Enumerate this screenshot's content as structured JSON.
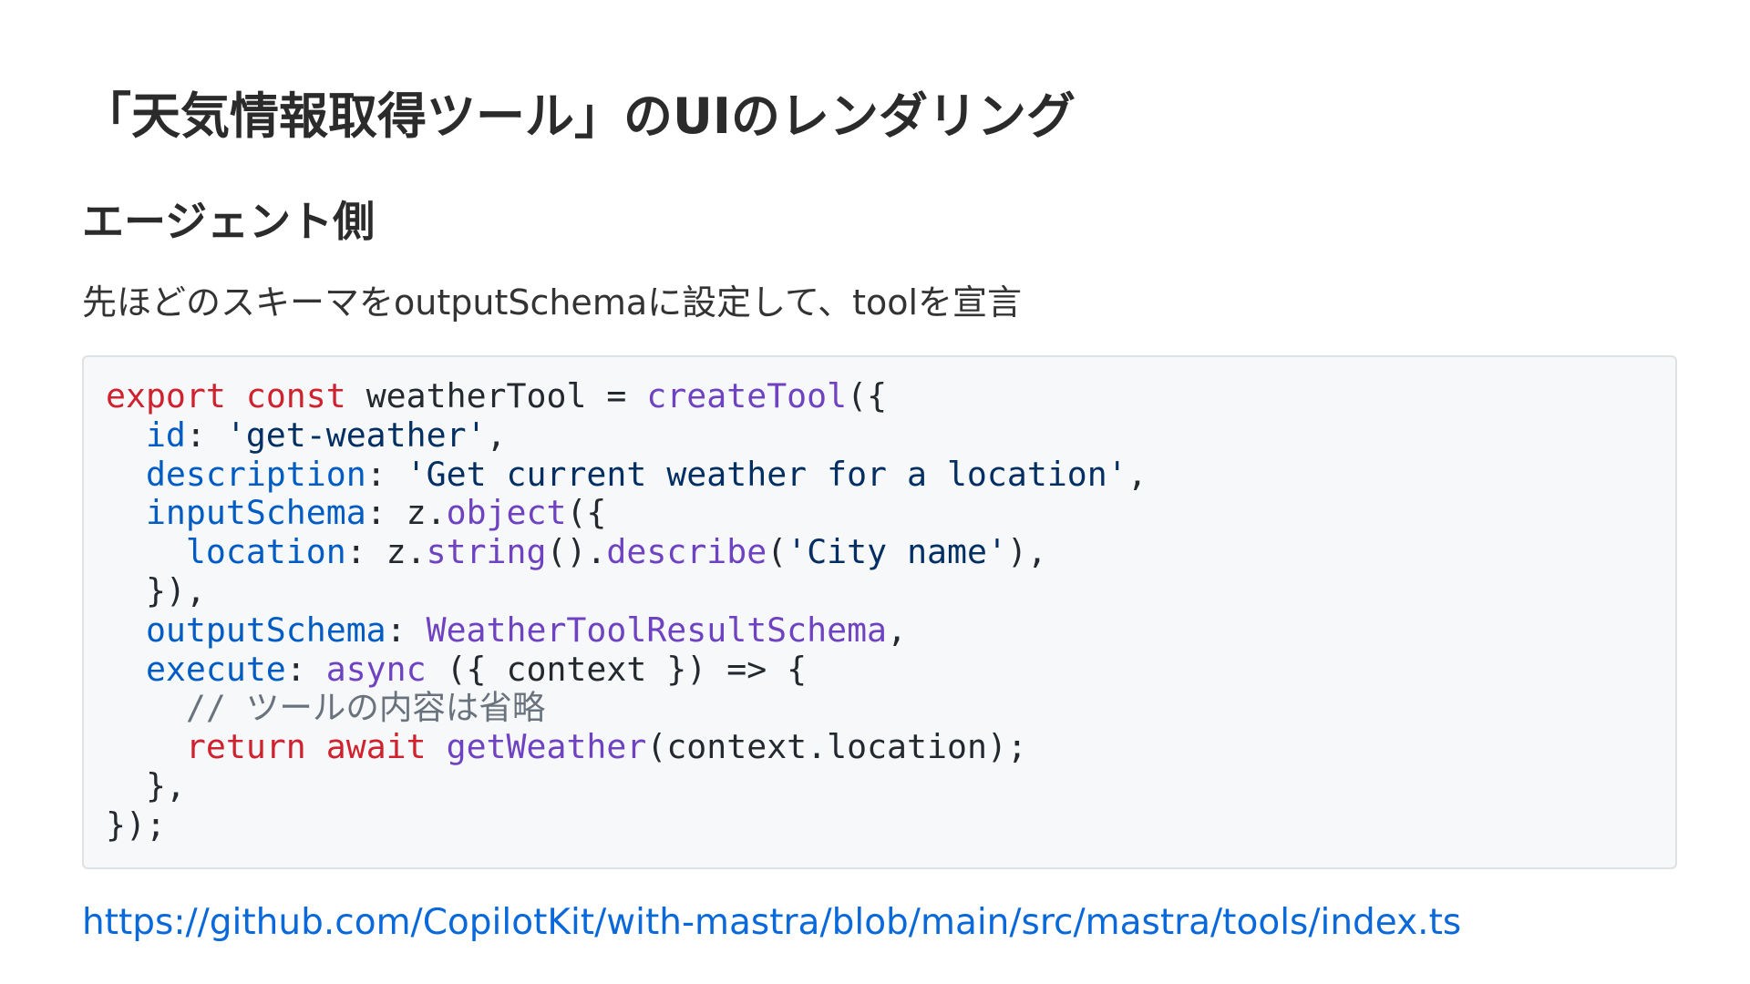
{
  "slide": {
    "title": "「天気情報取得ツール」のUIのレンダリング",
    "subtitle": "エージェント側",
    "description": "先ほどのスキーマをoutputSchemaに設定して、toolを宣言",
    "link": "https://github.com/CopilotKit/with-mastra/blob/main/src/mastra/tools/index.ts"
  },
  "code": {
    "language": "typescript",
    "lines": [
      [
        {
          "t": "kw",
          "v": "export"
        },
        {
          "t": "plain",
          "v": " "
        },
        {
          "t": "kw",
          "v": "const"
        },
        {
          "t": "plain",
          "v": " weatherTool = "
        },
        {
          "t": "fn",
          "v": "createTool"
        },
        {
          "t": "plain",
          "v": "({"
        }
      ],
      [
        {
          "t": "plain",
          "v": "  "
        },
        {
          "t": "prop",
          "v": "id"
        },
        {
          "t": "plain",
          "v": ": "
        },
        {
          "t": "str",
          "v": "'get-weather'"
        },
        {
          "t": "plain",
          "v": ","
        }
      ],
      [
        {
          "t": "plain",
          "v": "  "
        },
        {
          "t": "prop",
          "v": "description"
        },
        {
          "t": "plain",
          "v": ": "
        },
        {
          "t": "str",
          "v": "'Get current weather for a location'"
        },
        {
          "t": "plain",
          "v": ","
        }
      ],
      [
        {
          "t": "plain",
          "v": "  "
        },
        {
          "t": "prop",
          "v": "inputSchema"
        },
        {
          "t": "plain",
          "v": ": z."
        },
        {
          "t": "fn",
          "v": "object"
        },
        {
          "t": "plain",
          "v": "({"
        }
      ],
      [
        {
          "t": "plain",
          "v": "    "
        },
        {
          "t": "prop",
          "v": "location"
        },
        {
          "t": "plain",
          "v": ": z."
        },
        {
          "t": "fn",
          "v": "string"
        },
        {
          "t": "plain",
          "v": "()."
        },
        {
          "t": "fn",
          "v": "describe"
        },
        {
          "t": "plain",
          "v": "("
        },
        {
          "t": "str",
          "v": "'City name'"
        },
        {
          "t": "plain",
          "v": "),"
        }
      ],
      [
        {
          "t": "plain",
          "v": "  }),"
        }
      ],
      [
        {
          "t": "plain",
          "v": "  "
        },
        {
          "t": "prop",
          "v": "outputSchema"
        },
        {
          "t": "plain",
          "v": ": "
        },
        {
          "t": "fn",
          "v": "WeatherToolResultSchema"
        },
        {
          "t": "plain",
          "v": ","
        }
      ],
      [
        {
          "t": "plain",
          "v": "  "
        },
        {
          "t": "prop",
          "v": "execute"
        },
        {
          "t": "plain",
          "v": ": "
        },
        {
          "t": "fn",
          "v": "async"
        },
        {
          "t": "plain",
          "v": " ({ context }) => {"
        }
      ],
      [
        {
          "t": "plain",
          "v": "    "
        },
        {
          "t": "cm",
          "v": "// ツールの内容は省略"
        }
      ],
      [
        {
          "t": "plain",
          "v": "    "
        },
        {
          "t": "kw",
          "v": "return"
        },
        {
          "t": "plain",
          "v": " "
        },
        {
          "t": "kw",
          "v": "await"
        },
        {
          "t": "plain",
          "v": " "
        },
        {
          "t": "fn",
          "v": "getWeather"
        },
        {
          "t": "plain",
          "v": "(context.location);"
        }
      ],
      [
        {
          "t": "plain",
          "v": "  },"
        }
      ],
      [
        {
          "t": "plain",
          "v": "});"
        }
      ]
    ]
  },
  "colors": {
    "keyword": "#cf222e",
    "function": "#6f42c1",
    "property": "#005cc5",
    "string": "#032f62",
    "comment": "#6a737d",
    "link": "#0969da",
    "code_background": "#f6f8fa"
  }
}
